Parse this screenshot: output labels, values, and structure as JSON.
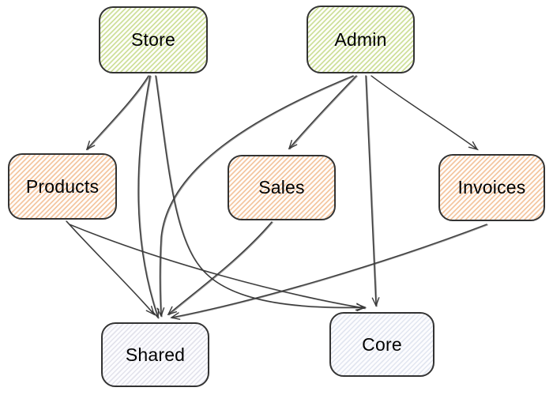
{
  "diagram": {
    "background_color": "#ffffff",
    "node_border_color": "#333333",
    "edge_color": "#3a3a3a",
    "text_color": "#000000",
    "node_fill_colors": {
      "green_stripe": "#cfe09c",
      "orange_stripe": "#f4c7a2",
      "gray_stripe": "#e3e3ec",
      "grayblue_stripe": "#e2e6f0"
    },
    "nodes": [
      {
        "id": "store",
        "label": "Store",
        "fill": "green"
      },
      {
        "id": "admin",
        "label": "Admin",
        "fill": "green"
      },
      {
        "id": "products",
        "label": "Products",
        "fill": "orange"
      },
      {
        "id": "sales",
        "label": "Sales",
        "fill": "orange"
      },
      {
        "id": "invoices",
        "label": "Invoices",
        "fill": "orange"
      },
      {
        "id": "shared",
        "label": "Shared",
        "fill": "gray"
      },
      {
        "id": "core",
        "label": "Core",
        "fill": "grayblue"
      }
    ],
    "edges": [
      {
        "from": "store",
        "to": "products"
      },
      {
        "from": "store",
        "to": "shared"
      },
      {
        "from": "store",
        "to": "core"
      },
      {
        "from": "admin",
        "to": "sales"
      },
      {
        "from": "admin",
        "to": "invoices"
      },
      {
        "from": "admin",
        "to": "shared"
      },
      {
        "from": "admin",
        "to": "core"
      },
      {
        "from": "products",
        "to": "shared"
      },
      {
        "from": "products",
        "to": "core"
      },
      {
        "from": "sales",
        "to": "shared"
      },
      {
        "from": "invoices",
        "to": "shared"
      }
    ]
  }
}
